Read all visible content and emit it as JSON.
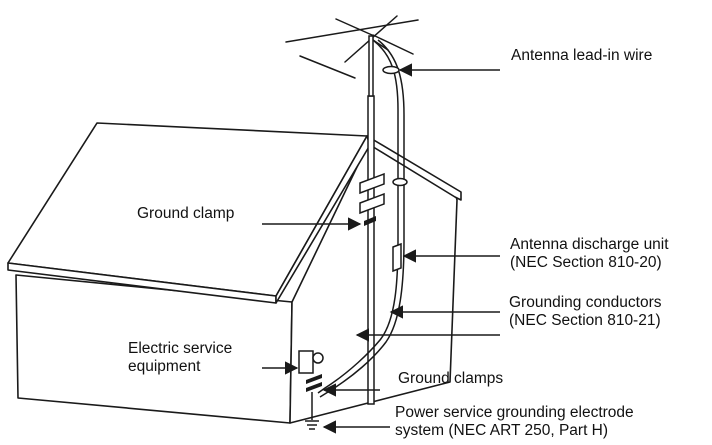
{
  "labels": {
    "antenna_lead_in": "Antenna lead-in wire",
    "ground_clamp": "Ground clamp",
    "discharge_unit": [
      "Antenna discharge unit",
      "(NEC Section 810-20)"
    ],
    "grounding_conductors": [
      "Grounding conductors",
      "(NEC Section 810-21)"
    ],
    "electric_service": [
      "Electric service",
      "equipment"
    ],
    "ground_clamps": "Ground clamps",
    "power_service": [
      "Power service grounding electrode",
      "system (NEC ART 250, Part H)"
    ]
  },
  "colors": {
    "line": "#1a1a1a",
    "fill": "#ffffff"
  }
}
